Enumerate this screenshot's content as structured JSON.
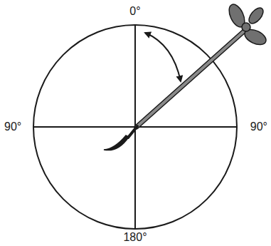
{
  "diagram": {
    "labels": [
      "0°",
      "90°",
      "90°",
      "180°"
    ]
  }
}
